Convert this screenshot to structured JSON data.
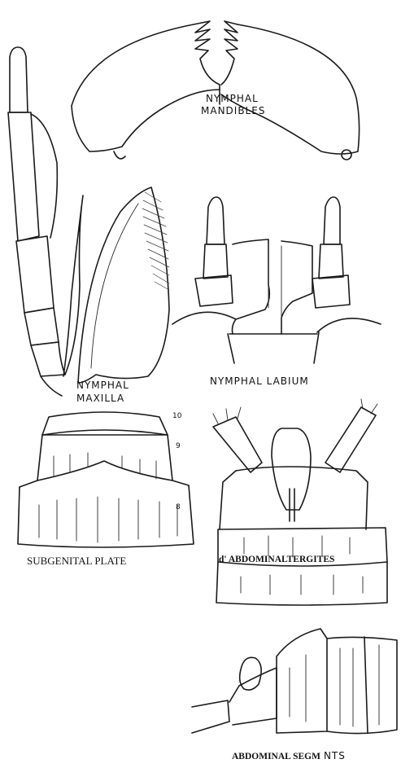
{
  "labels": {
    "mandibles_line1": "Nymphal",
    "mandibles_line2": "Mandibles",
    "labium": "Nymphal Labium",
    "maxilla_line1": "Nymphal",
    "maxilla_line2": "Maxilla",
    "subgenital": "SUBGENITAL  PLATE",
    "tergites_prefix": "d'",
    "tergites": "ABDOMINALTERGITES",
    "segments": "ABDOMINAL SEGM",
    "segments_suffix": "NTS"
  },
  "segment_numbers": {
    "seg10": "10",
    "seg9": "9",
    "seg8": "8"
  }
}
